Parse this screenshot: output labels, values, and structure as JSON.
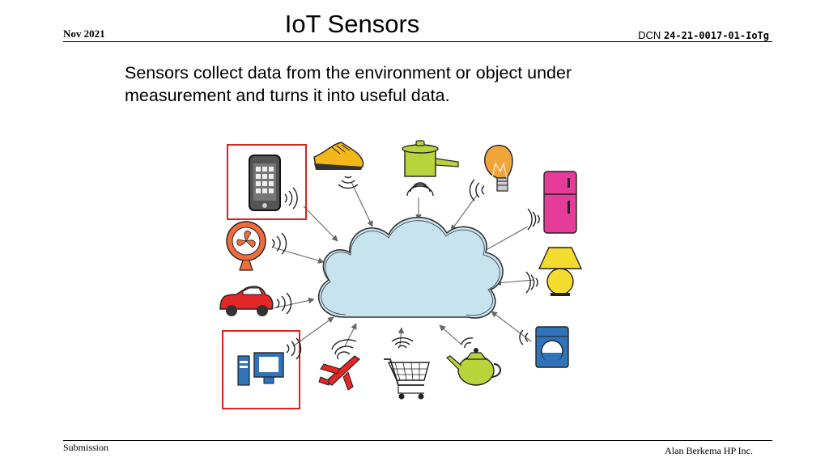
{
  "header": {
    "date": "Nov 2021",
    "title": "IoT Sensors",
    "dcn_label": "DCN",
    "dcn_number": "24-21-0017-01-IoTg"
  },
  "body": {
    "line1": "Sensors collect data from the environment or object under",
    "line2": "measurement and turns it into useful data."
  },
  "illustration": {
    "center": "cloud-icon",
    "devices": [
      "smartphone-icon",
      "sneaker-icon",
      "cooking-pot-icon",
      "light-bulb-icon",
      "refrigerator-icon",
      "fan-icon",
      "table-lamp-icon",
      "car-icon",
      "washing-machine-icon",
      "desktop-computer-icon",
      "airplane-icon",
      "shopping-cart-icon",
      "teapot-icon"
    ],
    "highlighted": [
      "smartphone-icon",
      "desktop-computer-icon"
    ],
    "colors": {
      "highlight_border": "#e02020",
      "cloud_fill": "#c8e3f0",
      "arrow": "#666666"
    }
  },
  "footer": {
    "left": "Submission",
    "right": "Alan Berkema HP Inc."
  }
}
